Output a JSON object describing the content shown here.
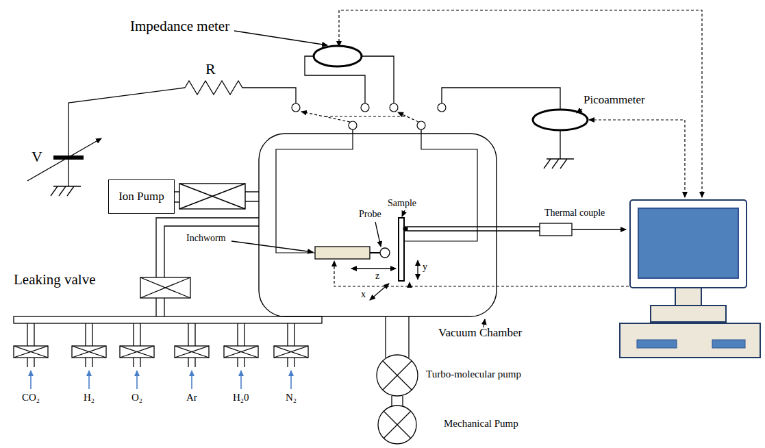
{
  "diagram": {
    "nodes": [
      {
        "text": [
          "Ion Pump"
        ]
      }
    ],
    "labels": [
      "Impedance meter",
      "R",
      "V",
      "Picoammeter",
      "Probe",
      "Sample",
      "Inchworm",
      "Thermal couple",
      "Leaking valve",
      "z",
      "x",
      "y",
      "CO₂",
      "H₂",
      "O₂",
      "Ar",
      "H₂0",
      "N₂",
      "Vacuum Chamber",
      "Turbo-molecular pump",
      "Mechanical Pump"
    ]
  }
}
